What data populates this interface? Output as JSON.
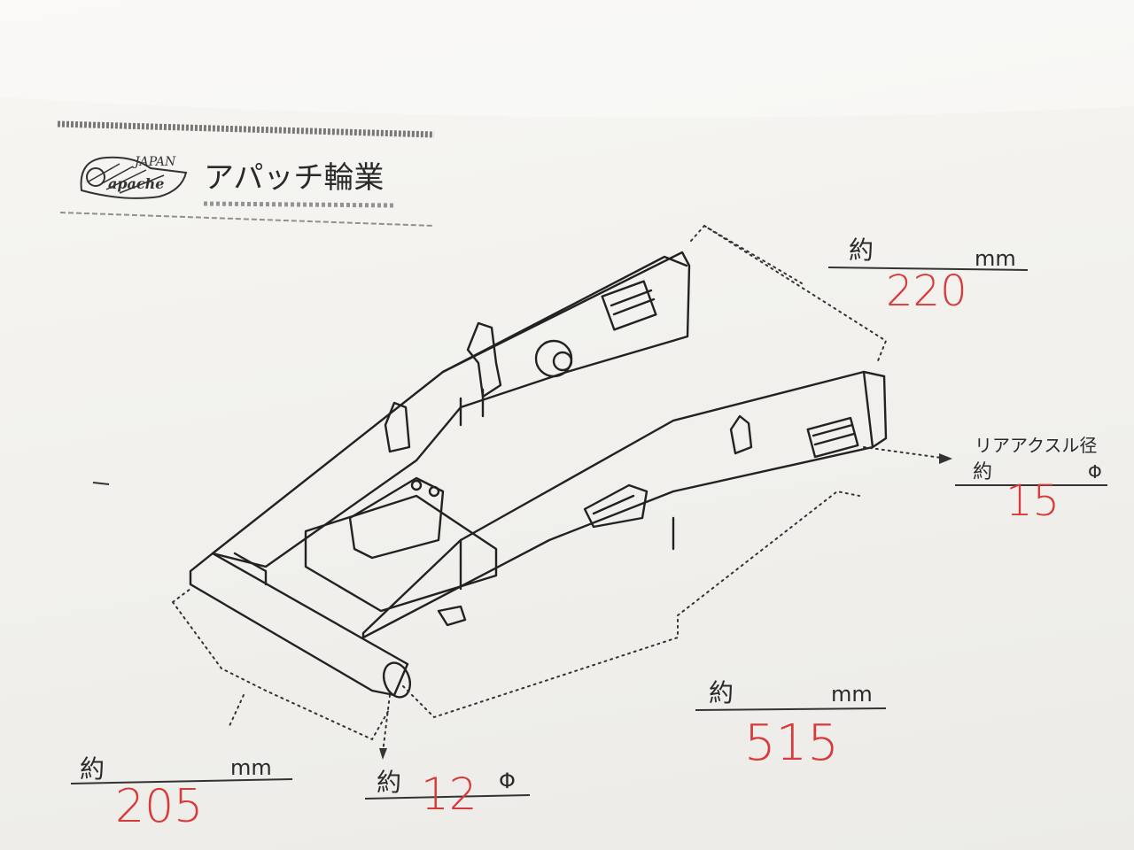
{
  "header": {
    "logo_country": "JAPAN",
    "logo_script": "apache",
    "company_name": "アパッチ輪業"
  },
  "diagram": {
    "part": "rear swingarm",
    "dimensions": [
      {
        "id": "pivot-width",
        "prefix": "約",
        "unit": "mm",
        "value": "205"
      },
      {
        "id": "pivot-shaft",
        "prefix": "約",
        "unit": "Φ",
        "value": "12"
      },
      {
        "id": "arm-length",
        "prefix": "約",
        "unit": "mm",
        "value": "515"
      },
      {
        "id": "arm-end-width",
        "prefix": "約",
        "unit": "mm",
        "value": "220"
      },
      {
        "id": "axle-dia",
        "label": "リアアクスル径",
        "prefix": "約",
        "unit": "Φ",
        "value": "15"
      }
    ]
  },
  "colors": {
    "ink": "#2a2a2a",
    "handwriting": "#d83a3a",
    "paper": "#f3f2ef"
  }
}
